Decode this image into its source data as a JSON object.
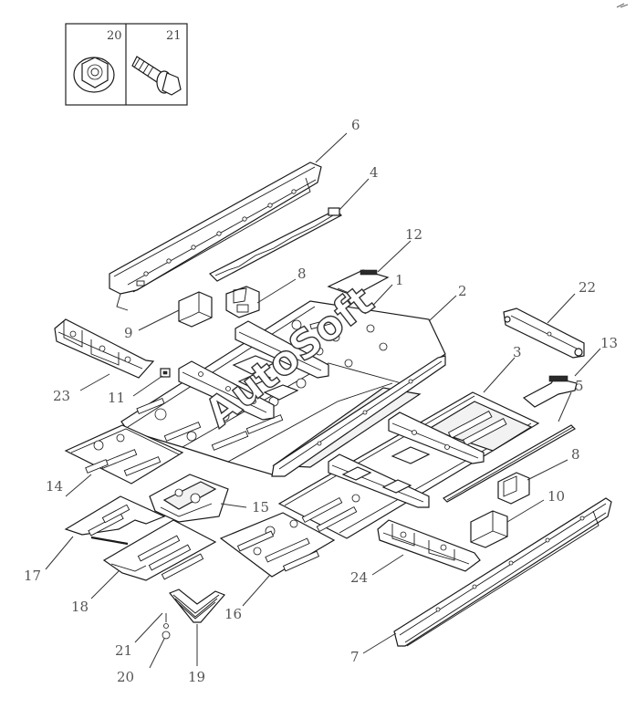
{
  "inset": {
    "left_label": "20",
    "right_label": "21"
  },
  "watermark": "AutoSoft",
  "callouts": [
    {
      "id": "c1",
      "text": "1"
    },
    {
      "id": "c2",
      "text": "2"
    },
    {
      "id": "c3",
      "text": "3"
    },
    {
      "id": "c4",
      "text": "4"
    },
    {
      "id": "c5",
      "text": "5"
    },
    {
      "id": "c6",
      "text": "6"
    },
    {
      "id": "c7",
      "text": "7"
    },
    {
      "id": "c8a",
      "text": "8"
    },
    {
      "id": "c8b",
      "text": "8"
    },
    {
      "id": "c9",
      "text": "9"
    },
    {
      "id": "c10",
      "text": "10"
    },
    {
      "id": "c11",
      "text": "11"
    },
    {
      "id": "c12",
      "text": "12"
    },
    {
      "id": "c13",
      "text": "13"
    },
    {
      "id": "c14",
      "text": "14"
    },
    {
      "id": "c15",
      "text": "15"
    },
    {
      "id": "c16",
      "text": "16"
    },
    {
      "id": "c17",
      "text": "17"
    },
    {
      "id": "c18",
      "text": "18"
    },
    {
      "id": "c19",
      "text": "19"
    },
    {
      "id": "c20",
      "text": "20"
    },
    {
      "id": "c21",
      "text": "21"
    },
    {
      "id": "c22",
      "text": "22"
    },
    {
      "id": "c23",
      "text": "23"
    },
    {
      "id": "c24",
      "text": "24"
    }
  ]
}
